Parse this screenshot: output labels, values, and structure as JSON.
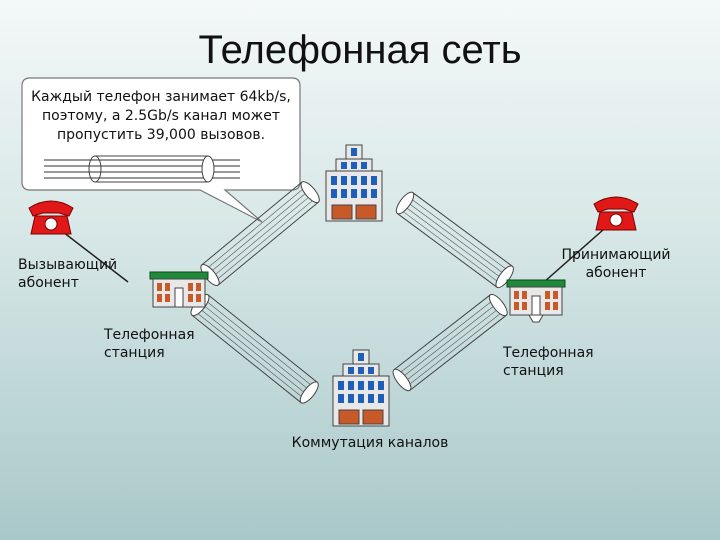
{
  "title": "Телефонная сеть",
  "callout": {
    "text": "Каждый телефон занимает 64kb/s, поэтому, a 2.5Gb/s канал может пропустить 39,000 вызовов."
  },
  "labels": {
    "caller": "Вызывающий абонент",
    "receiver": "Принимающий абонент",
    "station_left": "Телефонная станция",
    "station_right": "Телефонная станция",
    "switching": "Коммутация каналов"
  },
  "icons": {
    "phone_left": "telephone-icon",
    "phone_right": "telephone-icon",
    "building_top": "office-building-icon",
    "building_bottom": "office-building-icon",
    "station_left": "station-house-icon",
    "station_right": "station-house-icon"
  },
  "colors": {
    "phone": "#e01818",
    "building_blue": "#1f5fb8",
    "roof_green": "#1f8a3a",
    "brick": "#c85a2a"
  }
}
